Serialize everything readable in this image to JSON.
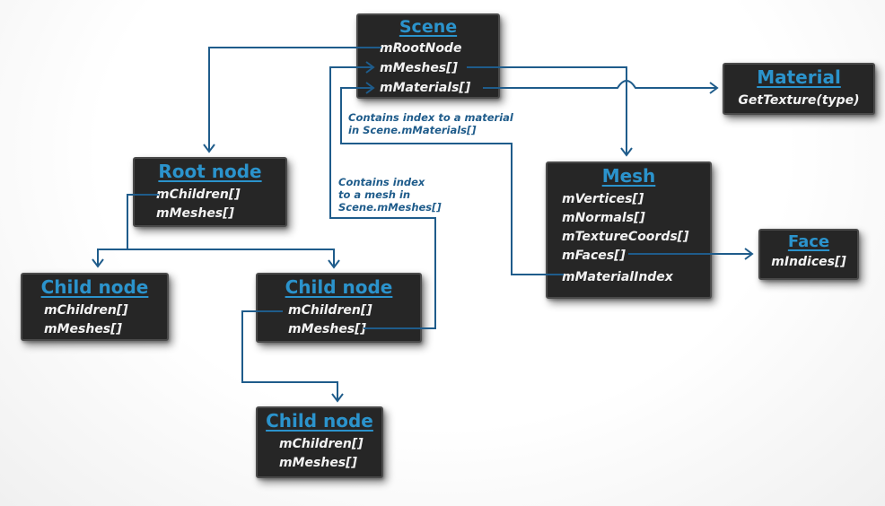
{
  "colors": {
    "page_bg": "#ffffff",
    "box_bg": "#262626",
    "box_border": "#4a4a4a",
    "title_blue": "#2b93cc",
    "member_text": "#f2f2f2",
    "connector": "#1f5c8b",
    "annotation_text": "#1f5c8b"
  },
  "nodes": {
    "scene": {
      "title": "Scene",
      "members": [
        "mRootNode",
        "mMeshes[]",
        "mMaterials[]"
      ]
    },
    "material": {
      "title": "Material",
      "members": [
        "GetTexture(type)"
      ]
    },
    "mesh": {
      "title": "Mesh",
      "members": [
        "mVertices[]",
        "mNormals[]",
        "mTextureCoords[]",
        "mFaces[]",
        "mMaterialIndex"
      ]
    },
    "face": {
      "title": "Face",
      "members": [
        "mIndices[]"
      ]
    },
    "root_node": {
      "title": "Root node",
      "members": [
        "mChildren[]",
        "mMeshes[]"
      ]
    },
    "child_left": {
      "title": "Child node",
      "members": [
        "mChildren[]",
        "mMeshes[]"
      ]
    },
    "child_middle": {
      "title": "Child node",
      "members": [
        "mChildren[]",
        "mMeshes[]"
      ]
    },
    "child_bottom": {
      "title": "Child node",
      "members": [
        "mChildren[]",
        "mMeshes[]"
      ]
    }
  },
  "annotations": {
    "material_index": {
      "line1": "Contains index to a material",
      "line2": "in Scene.mMaterials[]"
    },
    "mesh_index": {
      "line1": "Contains index",
      "line2": "to a mesh in",
      "line3": "Scene.mMeshes[]"
    }
  }
}
